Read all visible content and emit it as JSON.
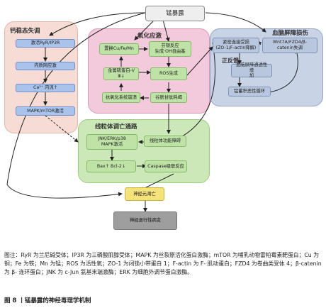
{
  "top_node": "锰暴露",
  "regions": {
    "calcium": "钙稳态失调",
    "oxidative": "氧化应激",
    "bbb": "血脑屏障损伤",
    "mito": "线粒体调亡通路"
  },
  "calcium_nodes": [
    "激活RyR/IP3R",
    "内质网应激",
    "Ca²⁺ 内流↑",
    "MAPK/mTOR激活"
  ],
  "oxidative_nodes": {
    "displace": "置换Cu/Fe/Mn",
    "fenton": "芬顿反应\n生成·OH自由基",
    "mt": "金属硫蛋白-Ⅰ/Ⅲ↓",
    "ros": "ROS生成",
    "antiox": "抗氧化系统崩溃",
    "gsh": "谷胱甘肽耗竭"
  },
  "bbb_nodes": {
    "tj": "紧密连接受损\n(ZO-1/F-actin降解)",
    "wnt": "Wnt7A/FZD4/β-\ncatenin失调",
    "feedback": "正反馈",
    "perm": "血脑屏障通透性增\n加",
    "loop": "锰蓄积恶性循环"
  },
  "mito_nodes": {
    "jnk": "JNK/ERK/p38\nMAPK激活",
    "dysfunc": "线粒体功能障碍",
    "bax": "Bax↑ Bcl-2↓",
    "caspase": "Caspase级联反应"
  },
  "neuron_death": "神经元凋亡",
  "degeneration": "神经退行性病变",
  "caption": "图注：RyR 为兰尼碱受体；IP3R 为三磷酸肌醇受体；MAPK 为丝裂原活化蛋白激酶；mTOR 为哺乳动物雷帕霉素靶蛋白；Cu 为铜；Fe 为铁；Mn 为锰；ROS 为活性氧；ZO-1 为闭锁小带蛋白 1；F-actin 为 F- 肌动蛋白；FZD4 为卷曲类受体 4；β-catenin 为 β- 连环蛋白；JNK 为 c-Jun 氨基末端激酶；ERK 为细胞外调节蛋白激酶。",
  "figure_title": "图 8 丨锰暴露的神经毒理学机制",
  "colors": {
    "calcium_bg": "#f6dcd4",
    "oxidative_bg": "#f3c9dc",
    "bbb_bg": "#c9d3e6",
    "mito_bg": "#cde8b8"
  }
}
